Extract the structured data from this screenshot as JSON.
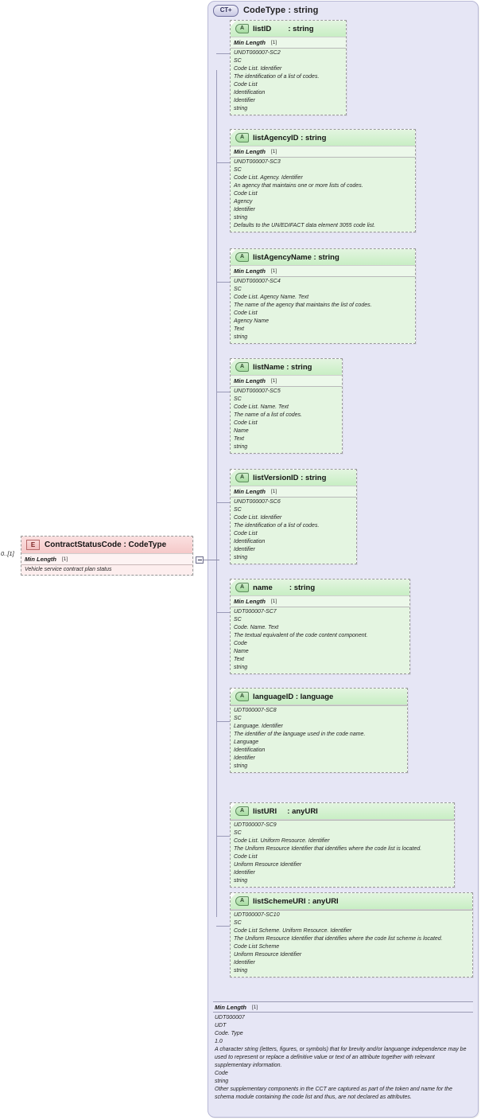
{
  "diagram": {
    "title": "CodeType : string",
    "root_badge": "CT+",
    "root_badge_icon": "complex-type-expand-icon"
  },
  "element": {
    "badge": "E",
    "name": "ContractStatusCode : CodeType",
    "cardinality": "0..[1]",
    "min_length_label": "Min Length",
    "min_length_value": "[1]",
    "description": "Vehicle service contract plan status"
  },
  "attributes": [
    {
      "badge": "A",
      "name": "listID        : string",
      "min_length_label": "Min Length",
      "min_length_value": "[1]",
      "annotation": [
        "UNDT000007-SC2",
        "SC",
        "Code List. Identifier",
        "The identification of a list of codes.",
        "Code List",
        "Identification",
        "Identifier",
        "string"
      ]
    },
    {
      "badge": "A",
      "name": "listAgencyID : string",
      "min_length_label": "Min Length",
      "min_length_value": "[1]",
      "annotation": [
        "UNDT000007-SC3",
        "SC",
        "Code List. Agency. Identifier",
        "An agency that maintains one or more lists of codes.",
        "Code List",
        "Agency",
        "Identifier",
        "string",
        "Defaults to the UN/EDIFACT data element 3055 code list."
      ]
    },
    {
      "badge": "A",
      "name": "listAgencyName : string",
      "min_length_label": "Min Length",
      "min_length_value": "[1]",
      "annotation": [
        "UNDT000007-SC4",
        "SC",
        "Code List. Agency Name. Text",
        "The name of the agency that maintains the list of codes.",
        "Code List",
        "Agency Name",
        "Text",
        "string"
      ]
    },
    {
      "badge": "A",
      "name": "listName : string",
      "min_length_label": "Min Length",
      "min_length_value": "[1]",
      "annotation": [
        "UNDT000007-SC5",
        "SC",
        "Code List. Name. Text",
        "The name of a list of codes.",
        "Code List",
        "Name",
        "Text",
        "string"
      ]
    },
    {
      "badge": "A",
      "name": "listVersionID : string",
      "min_length_label": "Min Length",
      "min_length_value": "[1]",
      "annotation": [
        "UNDT000007-SC6",
        "SC",
        "Code List. Identifier",
        "The identification of a list of codes.",
        "Code List",
        "Identification",
        "Identifier",
        "string"
      ]
    },
    {
      "badge": "A",
      "name": "name        : string",
      "min_length_label": "Min Length",
      "min_length_value": "[1]",
      "annotation": [
        "UDT000007-SC7",
        "SC",
        "Code. Name. Text",
        "The textual equivalent of the code content component.",
        "Code",
        "Name",
        "Text",
        "string"
      ]
    },
    {
      "badge": "A",
      "name": "languageID : language",
      "min_length_label": "",
      "min_length_value": "",
      "annotation": [
        "UDT000007-SC8",
        "SC",
        "Language. Identifier",
        "The identifier of the language used in the code name.",
        "Language",
        "Identification",
        "Identifier",
        "string"
      ]
    },
    {
      "badge": "A",
      "name": "listURI     : anyURI",
      "min_length_label": "",
      "min_length_value": "",
      "annotation": [
        "UDT000007-SC9",
        "SC",
        "Code List. Uniform Resource. Identifier",
        "The Uniform Resource Identifier that identifies where the code list is located.",
        "Code List",
        "Uniform Resource Identifier",
        "Identifier",
        "string"
      ]
    },
    {
      "badge": "A",
      "name": "listSchemeURI : anyURI",
      "min_length_label": "",
      "min_length_value": "",
      "annotation": [
        "UDT000007-SC10",
        "SC",
        "Code List Scheme. Uniform Resource. Identifier",
        "The Uniform Resource Identifier that identifies where the code list scheme is located.",
        "Code List Scheme",
        "Uniform Resource Identifier",
        "Identifier",
        "string"
      ]
    }
  ],
  "footer": {
    "min_length_label": "Min Length",
    "min_length_value": "[1]",
    "annotation": [
      "UDT000007",
      "UDT",
      "Code. Type",
      "1.0",
      "A character string (letters, figures, or symbols) that for brevity and/or languange independence may be used to represent or replace a definitive value or text of an attribute together with relevant supplementary information.",
      "Code",
      "string",
      "Other supplementary components in the CCT are captured as part of the token and name for the schema module containing the code list and thus, are not declared as attributes."
    ]
  },
  "colors": {
    "container_bg": "#e6e6f5",
    "attribute_bg": "#e4f5e1",
    "attribute_header": "#c8eec4",
    "element_bg": "#fdeeee",
    "element_header": "#f5c9c9"
  }
}
